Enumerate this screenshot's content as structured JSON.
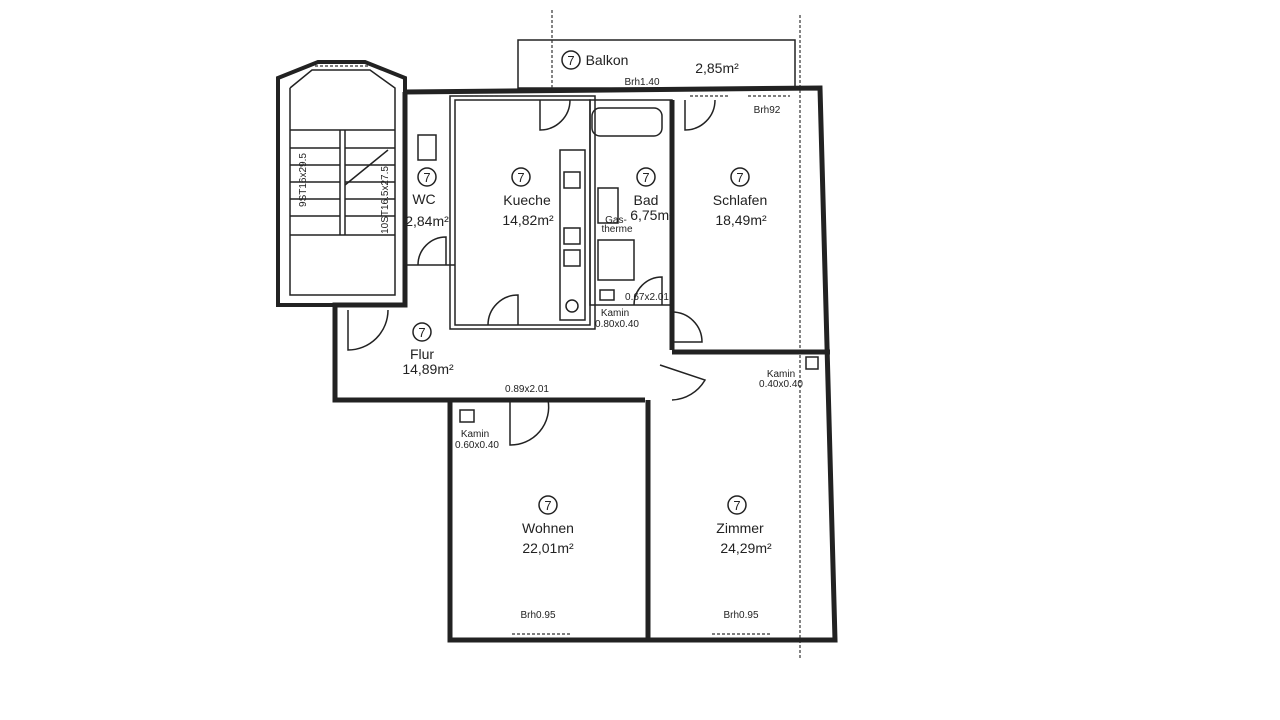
{
  "rooms": {
    "balkon": {
      "number": "7",
      "name": "Balkon",
      "area": "2,85m²"
    },
    "wc": {
      "number": "7",
      "name": "WC",
      "area": "2,84m²"
    },
    "kueche": {
      "number": "7",
      "name": "Kueche",
      "area": "14,82m²"
    },
    "bad": {
      "number": "7",
      "name": "Bad",
      "area": "6,75m²"
    },
    "schlafen": {
      "number": "7",
      "name": "Schlafen",
      "area": "18,49m²"
    },
    "flur": {
      "number": "7",
      "name": "Flur",
      "area": "14,89m²"
    },
    "wohnen": {
      "number": "7",
      "name": "Wohnen",
      "area": "22,01m²"
    },
    "zimmer": {
      "number": "7",
      "name": "Zimmer",
      "area": "24,29m²"
    }
  },
  "annotations": {
    "brh_balkon": "Brh1.40",
    "brh_schlafen": "Brh92",
    "gastherme": "Gas-\ntherme",
    "gas": "Gas-",
    "therme": "therme",
    "bad_door": "0.67x2.01",
    "kamin_label": "Kamin",
    "kamin_bad": "0.80x0.40",
    "kamin_zimmer": "0.40x0.40",
    "kamin_wohnen": "0.60x0.40",
    "flur_door": "0.89x2.01",
    "brh_wohnen": "Brh0.95",
    "brh_zimmer": "Brh0.95",
    "stairs_1": "9ST16x29.5",
    "stairs_2": "10ST16.5x27.5"
  }
}
